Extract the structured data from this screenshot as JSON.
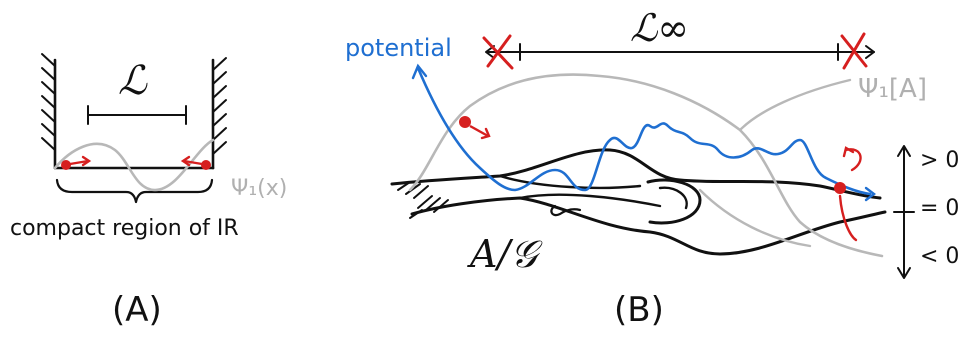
{
  "panel_a": {
    "caption": "(A)",
    "length_label": "ℒ",
    "wavefunction_label": "Ψ₁(x)",
    "region_label": "compact region of IR"
  },
  "panel_b": {
    "caption": "(B)",
    "length_label": "ℒ∞",
    "potential_label": "potential",
    "wavefunction_label": "Ψ₁[A]",
    "space_label": "A/𝒢",
    "sign_labels": [
      "> 0",
      "= 0",
      "< 0"
    ]
  },
  "colors": {
    "ink": "#111111",
    "potential": "#1f6fd1",
    "wavefunction": "#b8b8b8",
    "marker": "#d61f1f"
  }
}
